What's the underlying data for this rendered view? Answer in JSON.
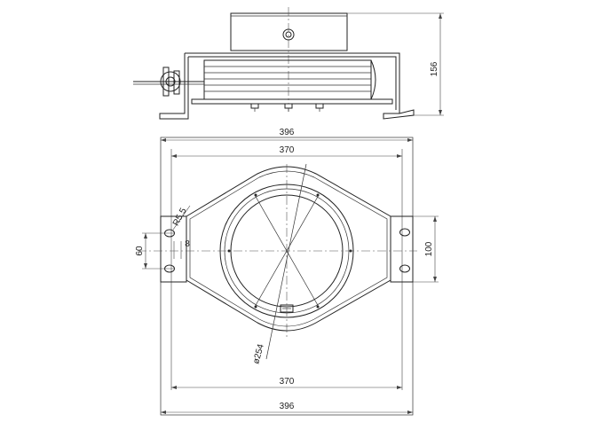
{
  "drawing": {
    "dimensions": {
      "height_side": "156",
      "width_outer_top": "396",
      "width_inner_top": "370",
      "width_inner_bottom": "370",
      "width_outer_bottom": "396",
      "left_slot_height": "60",
      "right_slot_height": "100",
      "slot_offset": "8",
      "hole_radius": "R5.5",
      "ring_diameter": "ø254"
    }
  }
}
